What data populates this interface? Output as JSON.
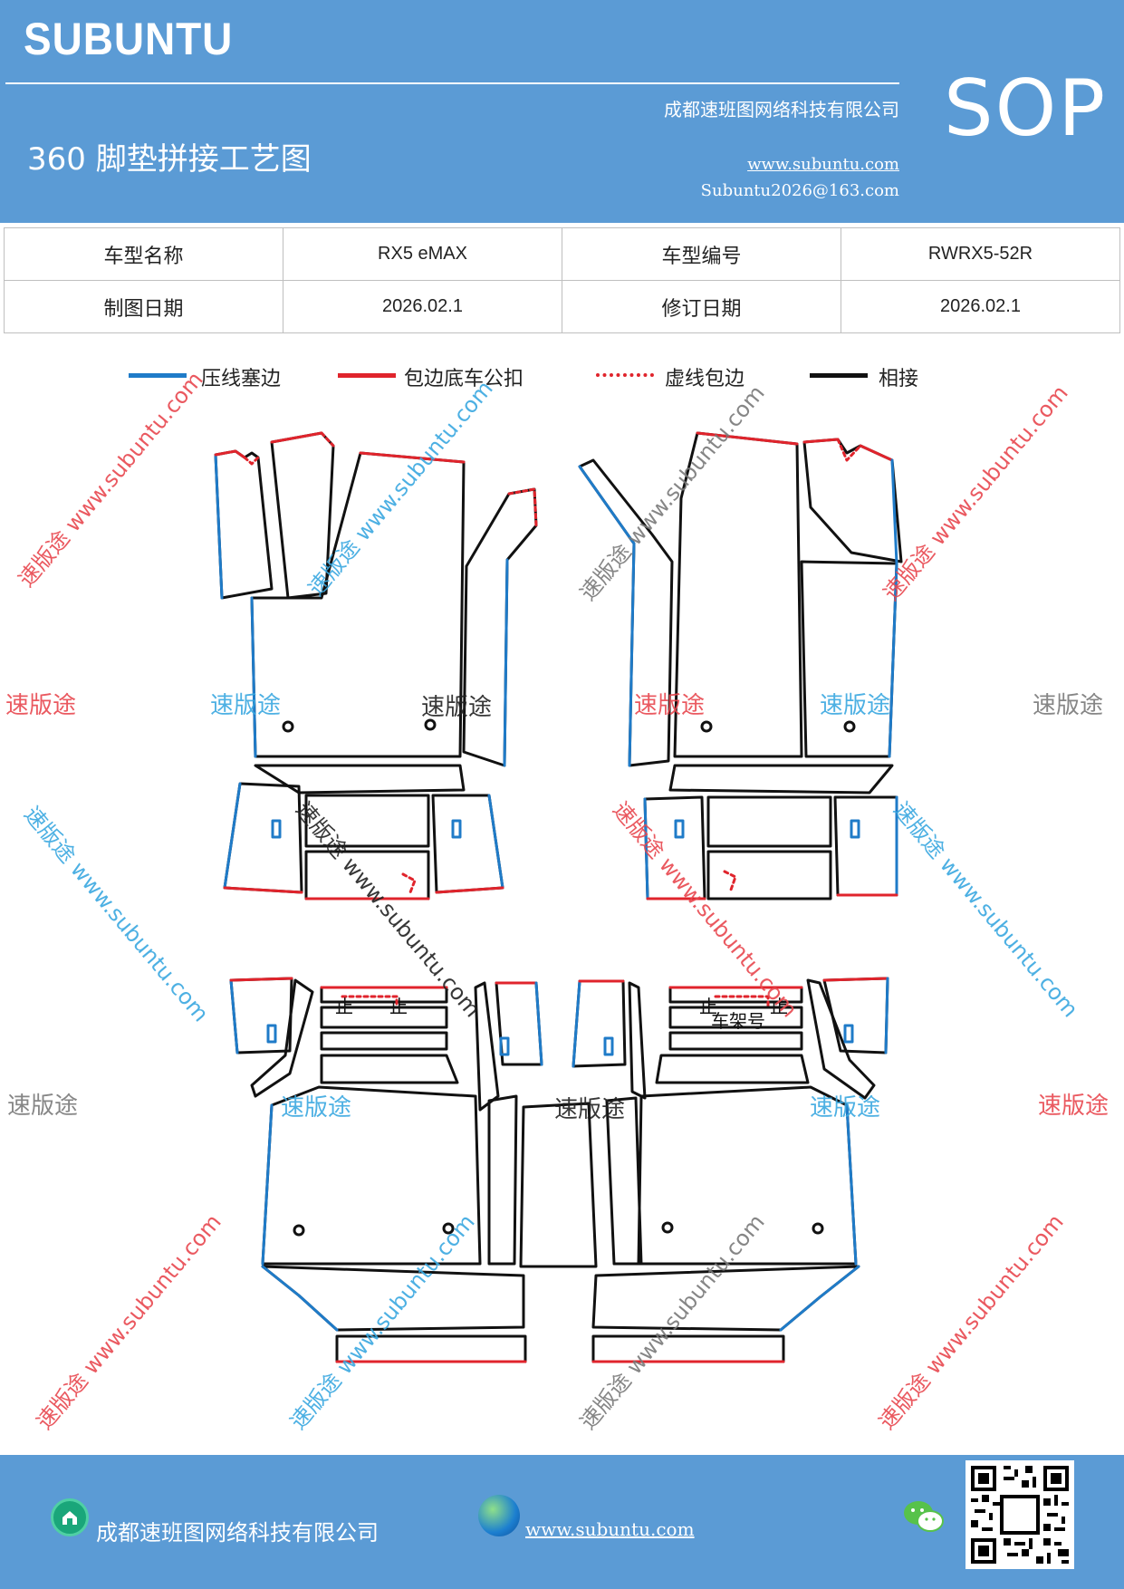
{
  "header": {
    "brand": "SUBUNTU",
    "title": "360 脚垫拼接工艺图",
    "company": "成都速班图网络科技有限公司",
    "website": "www.subuntu.com",
    "email": "Subuntu2026@163.com",
    "badge": "SOP"
  },
  "info": {
    "model_name_label": "车型名称",
    "model_name": "RX5 eMAX",
    "model_code_label": "车型编号",
    "model_code": "RWRX5-52R",
    "draw_date_label": "制图日期",
    "draw_date": "2026.02.1",
    "revise_date_label": "修订日期",
    "revise_date": "2026.02.1"
  },
  "legend": [
    {
      "label": "压线塞边",
      "color": "#1f7bc8",
      "style": "solid"
    },
    {
      "label": "包边底车公扣",
      "color": "#e0242c",
      "style": "solid"
    },
    {
      "label": "虚线包边",
      "color": "#e0242c",
      "style": "dotted"
    },
    {
      "label": "相接",
      "color": "#111111",
      "style": "solid"
    }
  ],
  "diagram_labels": {
    "mark_a": "止",
    "mark_b": "止",
    "mark_c": "止",
    "mark_d": "止",
    "chassis_no": "车架号"
  },
  "watermarks": {
    "brand_cn": "速版途",
    "brand_url": "www.subuntu.com",
    "brand_cn_url": "速版途 www.subuntu.com"
  },
  "footer": {
    "company": "成都速班图网络科技有限公司",
    "website": "www.subuntu.com"
  },
  "colors": {
    "header_bg": "#5b9bd5",
    "press_line": "#1f7bc8",
    "wrap_edge": "#e0242c",
    "joint": "#111111"
  },
  "icons": [
    "home-icon",
    "globe-icon",
    "wechat-icon",
    "qr-code"
  ]
}
